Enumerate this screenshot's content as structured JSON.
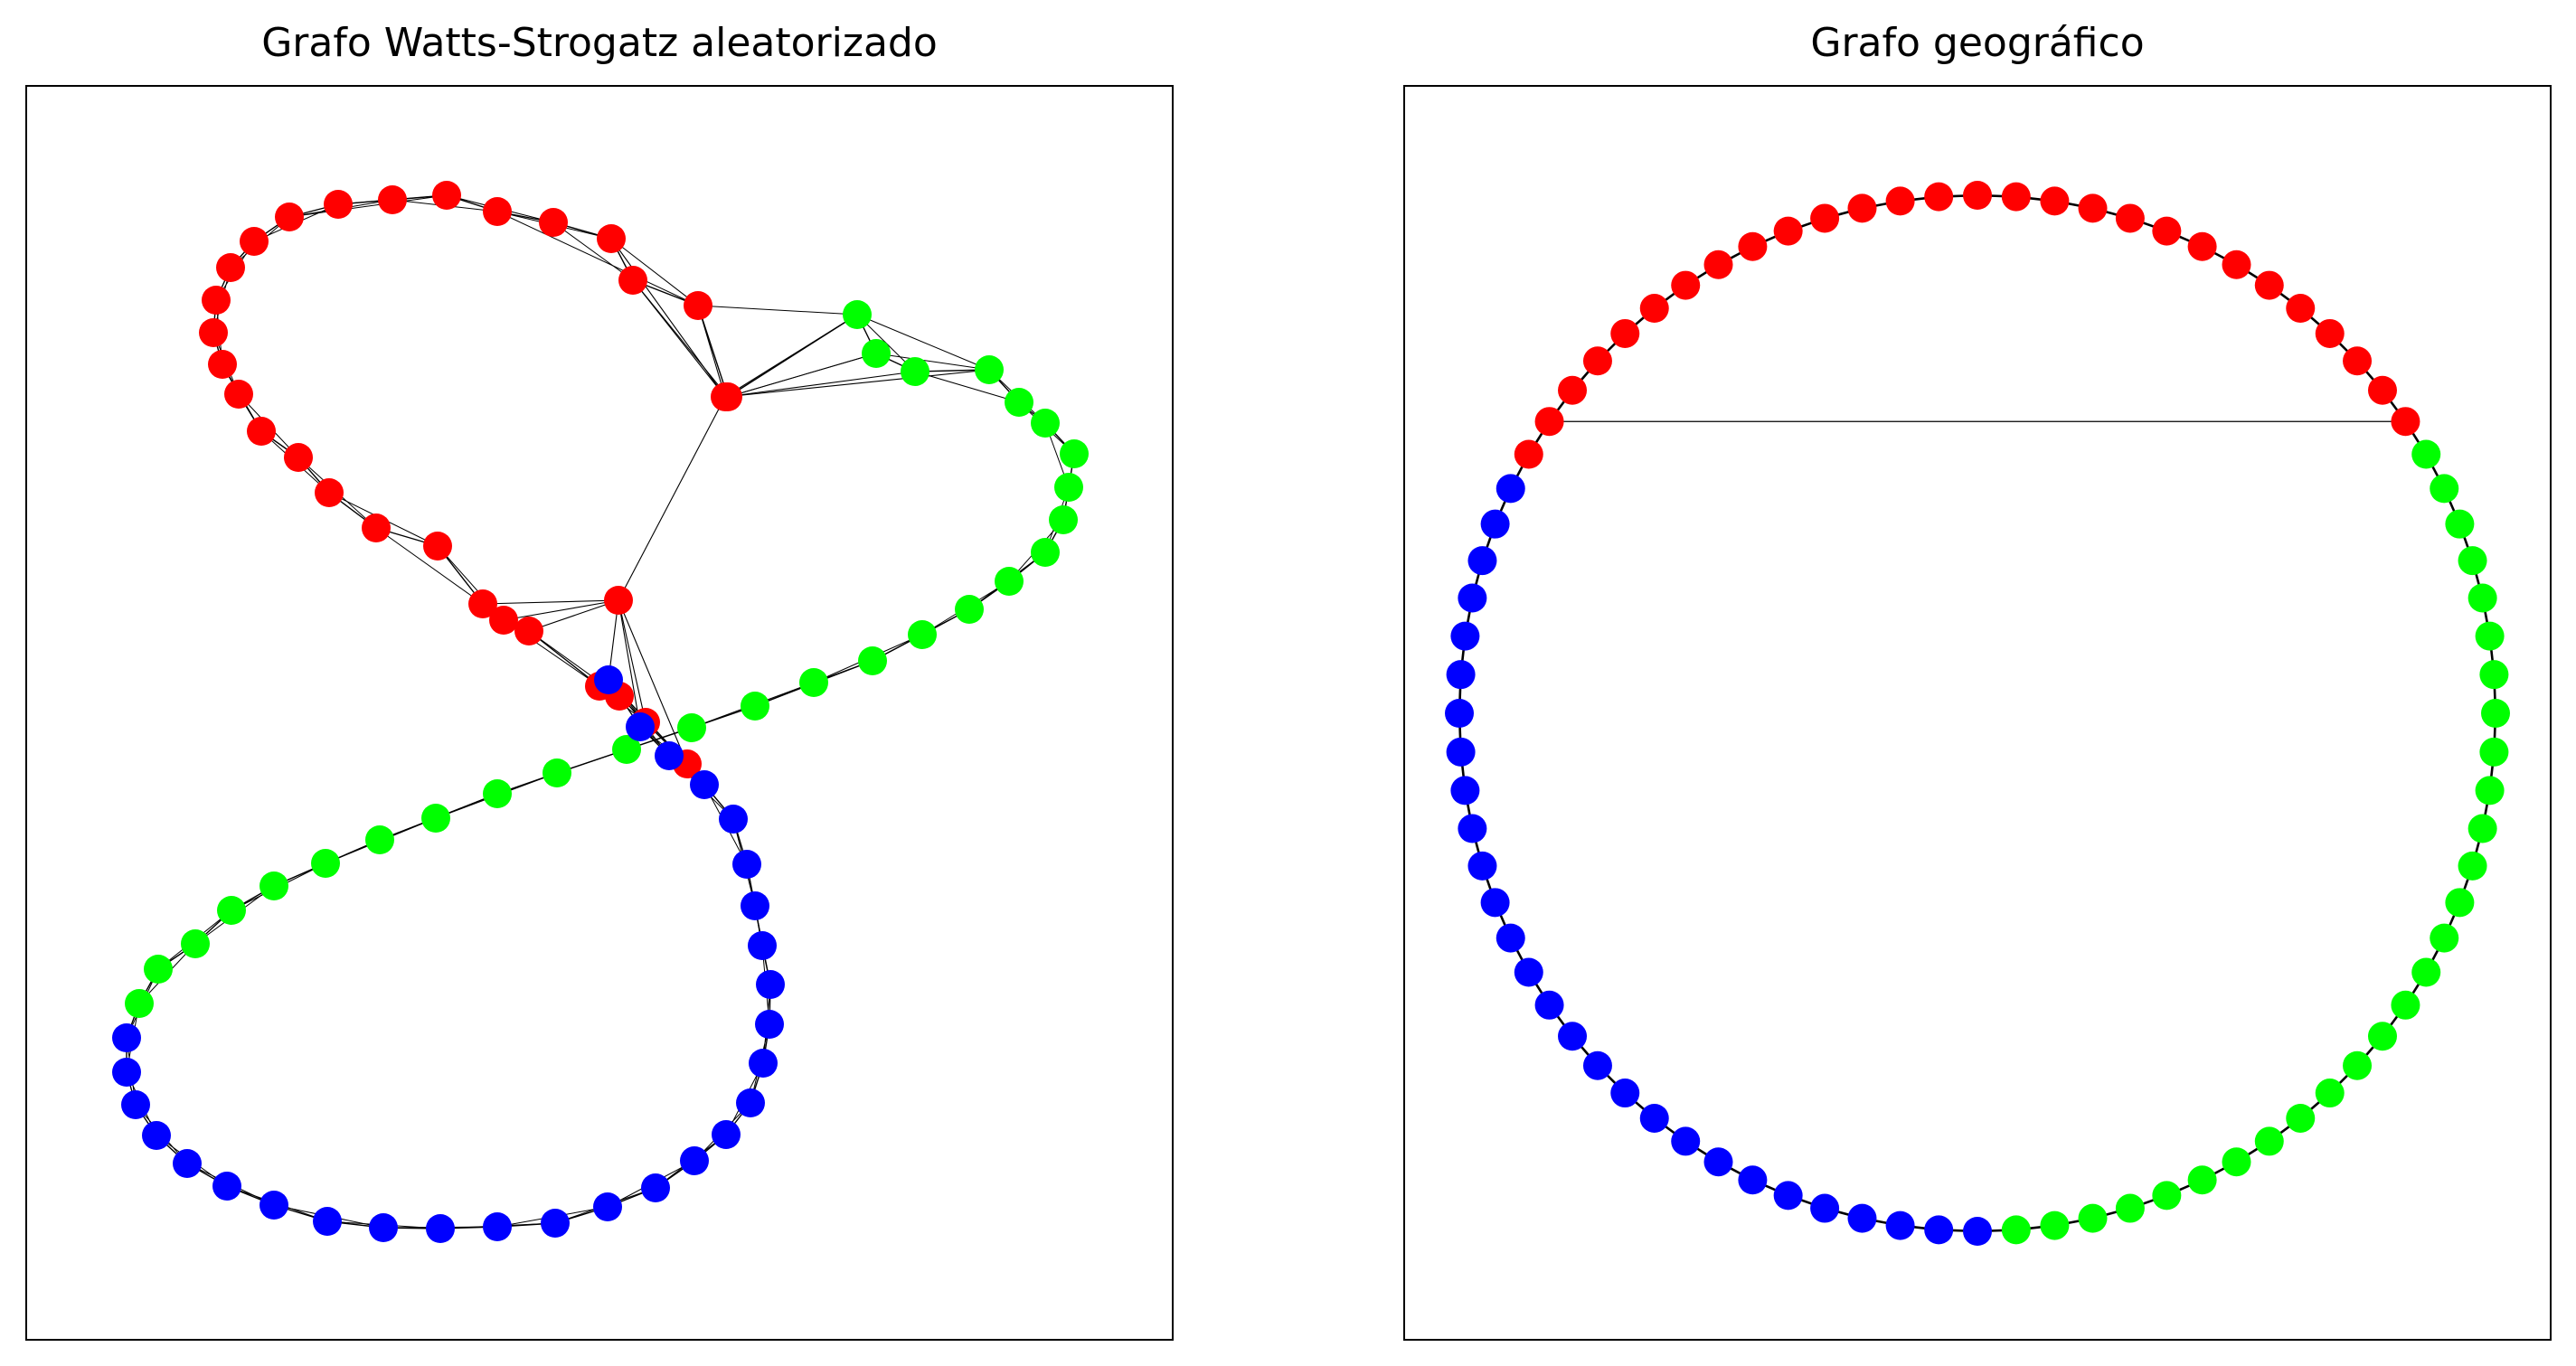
{
  "figure": {
    "left_title": "Grafo Watts-Strogatz aleatorizado",
    "right_title": "Grafo geográfico"
  },
  "colors": {
    "red": "#ff0000",
    "green": "#00ff00",
    "blue": "#0000ff",
    "edge": "#000000"
  },
  "chart_data": [
    {
      "type": "network",
      "title": "Grafo Watts-Strogatz aleatorizado",
      "node_count": 84,
      "groups": [
        {
          "color": "red",
          "count": 28
        },
        {
          "color": "green",
          "count": 28
        },
        {
          "color": "blue",
          "count": 28
        }
      ],
      "layout": "figure-eight ring with shortcut edges"
    },
    {
      "type": "network",
      "title": "Grafo geográfico",
      "node_count": 84,
      "groups": [
        {
          "color": "red",
          "count": 28
        },
        {
          "color": "green",
          "count": 28
        },
        {
          "color": "blue",
          "count": 28
        }
      ],
      "layout": "circular ring",
      "shortcut_edges": 1
    }
  ]
}
